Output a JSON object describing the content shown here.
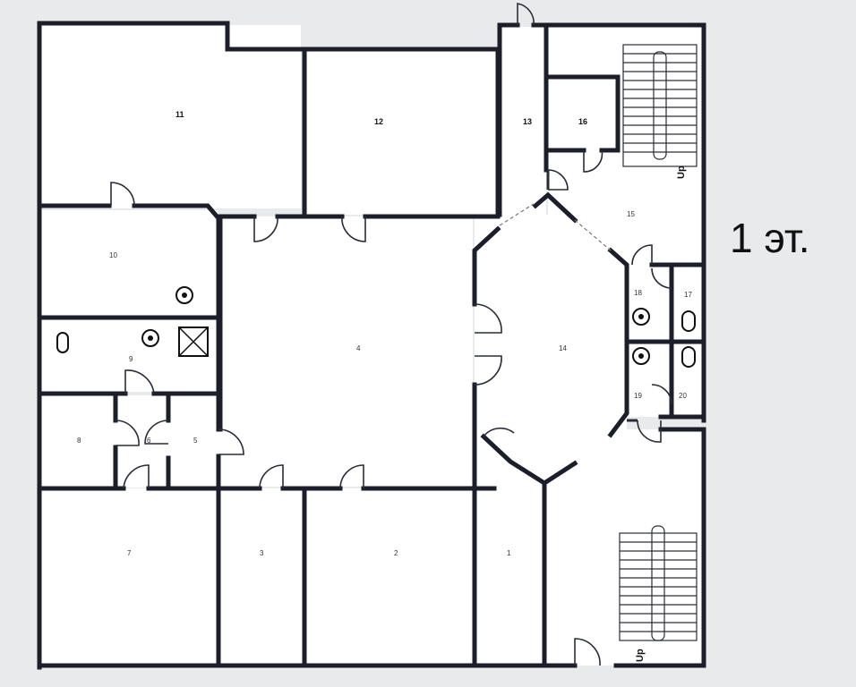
{
  "floor_label": "1 эт.",
  "stairs_up_label": "Up",
  "rooms": [
    {
      "id": "room-1",
      "label": "1"
    },
    {
      "id": "room-2",
      "label": "2"
    },
    {
      "id": "room-3",
      "label": "3"
    },
    {
      "id": "room-4",
      "label": "4"
    },
    {
      "id": "room-5",
      "label": "5"
    },
    {
      "id": "room-6",
      "label": "6"
    },
    {
      "id": "room-7",
      "label": "7"
    },
    {
      "id": "room-8",
      "label": "8"
    },
    {
      "id": "room-9",
      "label": "9"
    },
    {
      "id": "room-10",
      "label": "10"
    },
    {
      "id": "room-11",
      "label": "11"
    },
    {
      "id": "room-12",
      "label": "12"
    },
    {
      "id": "room-13",
      "label": "13"
    },
    {
      "id": "room-14",
      "label": "14"
    },
    {
      "id": "room-15",
      "label": "15"
    },
    {
      "id": "room-16",
      "label": "16"
    },
    {
      "id": "room-17",
      "label": "17"
    },
    {
      "id": "room-18",
      "label": "18"
    },
    {
      "id": "room-19",
      "label": "19"
    },
    {
      "id": "room-20",
      "label": "20"
    }
  ],
  "colors": {
    "background": "#e8eaec",
    "wall": "#1c1f2a",
    "room_fill": "#ffffff"
  }
}
